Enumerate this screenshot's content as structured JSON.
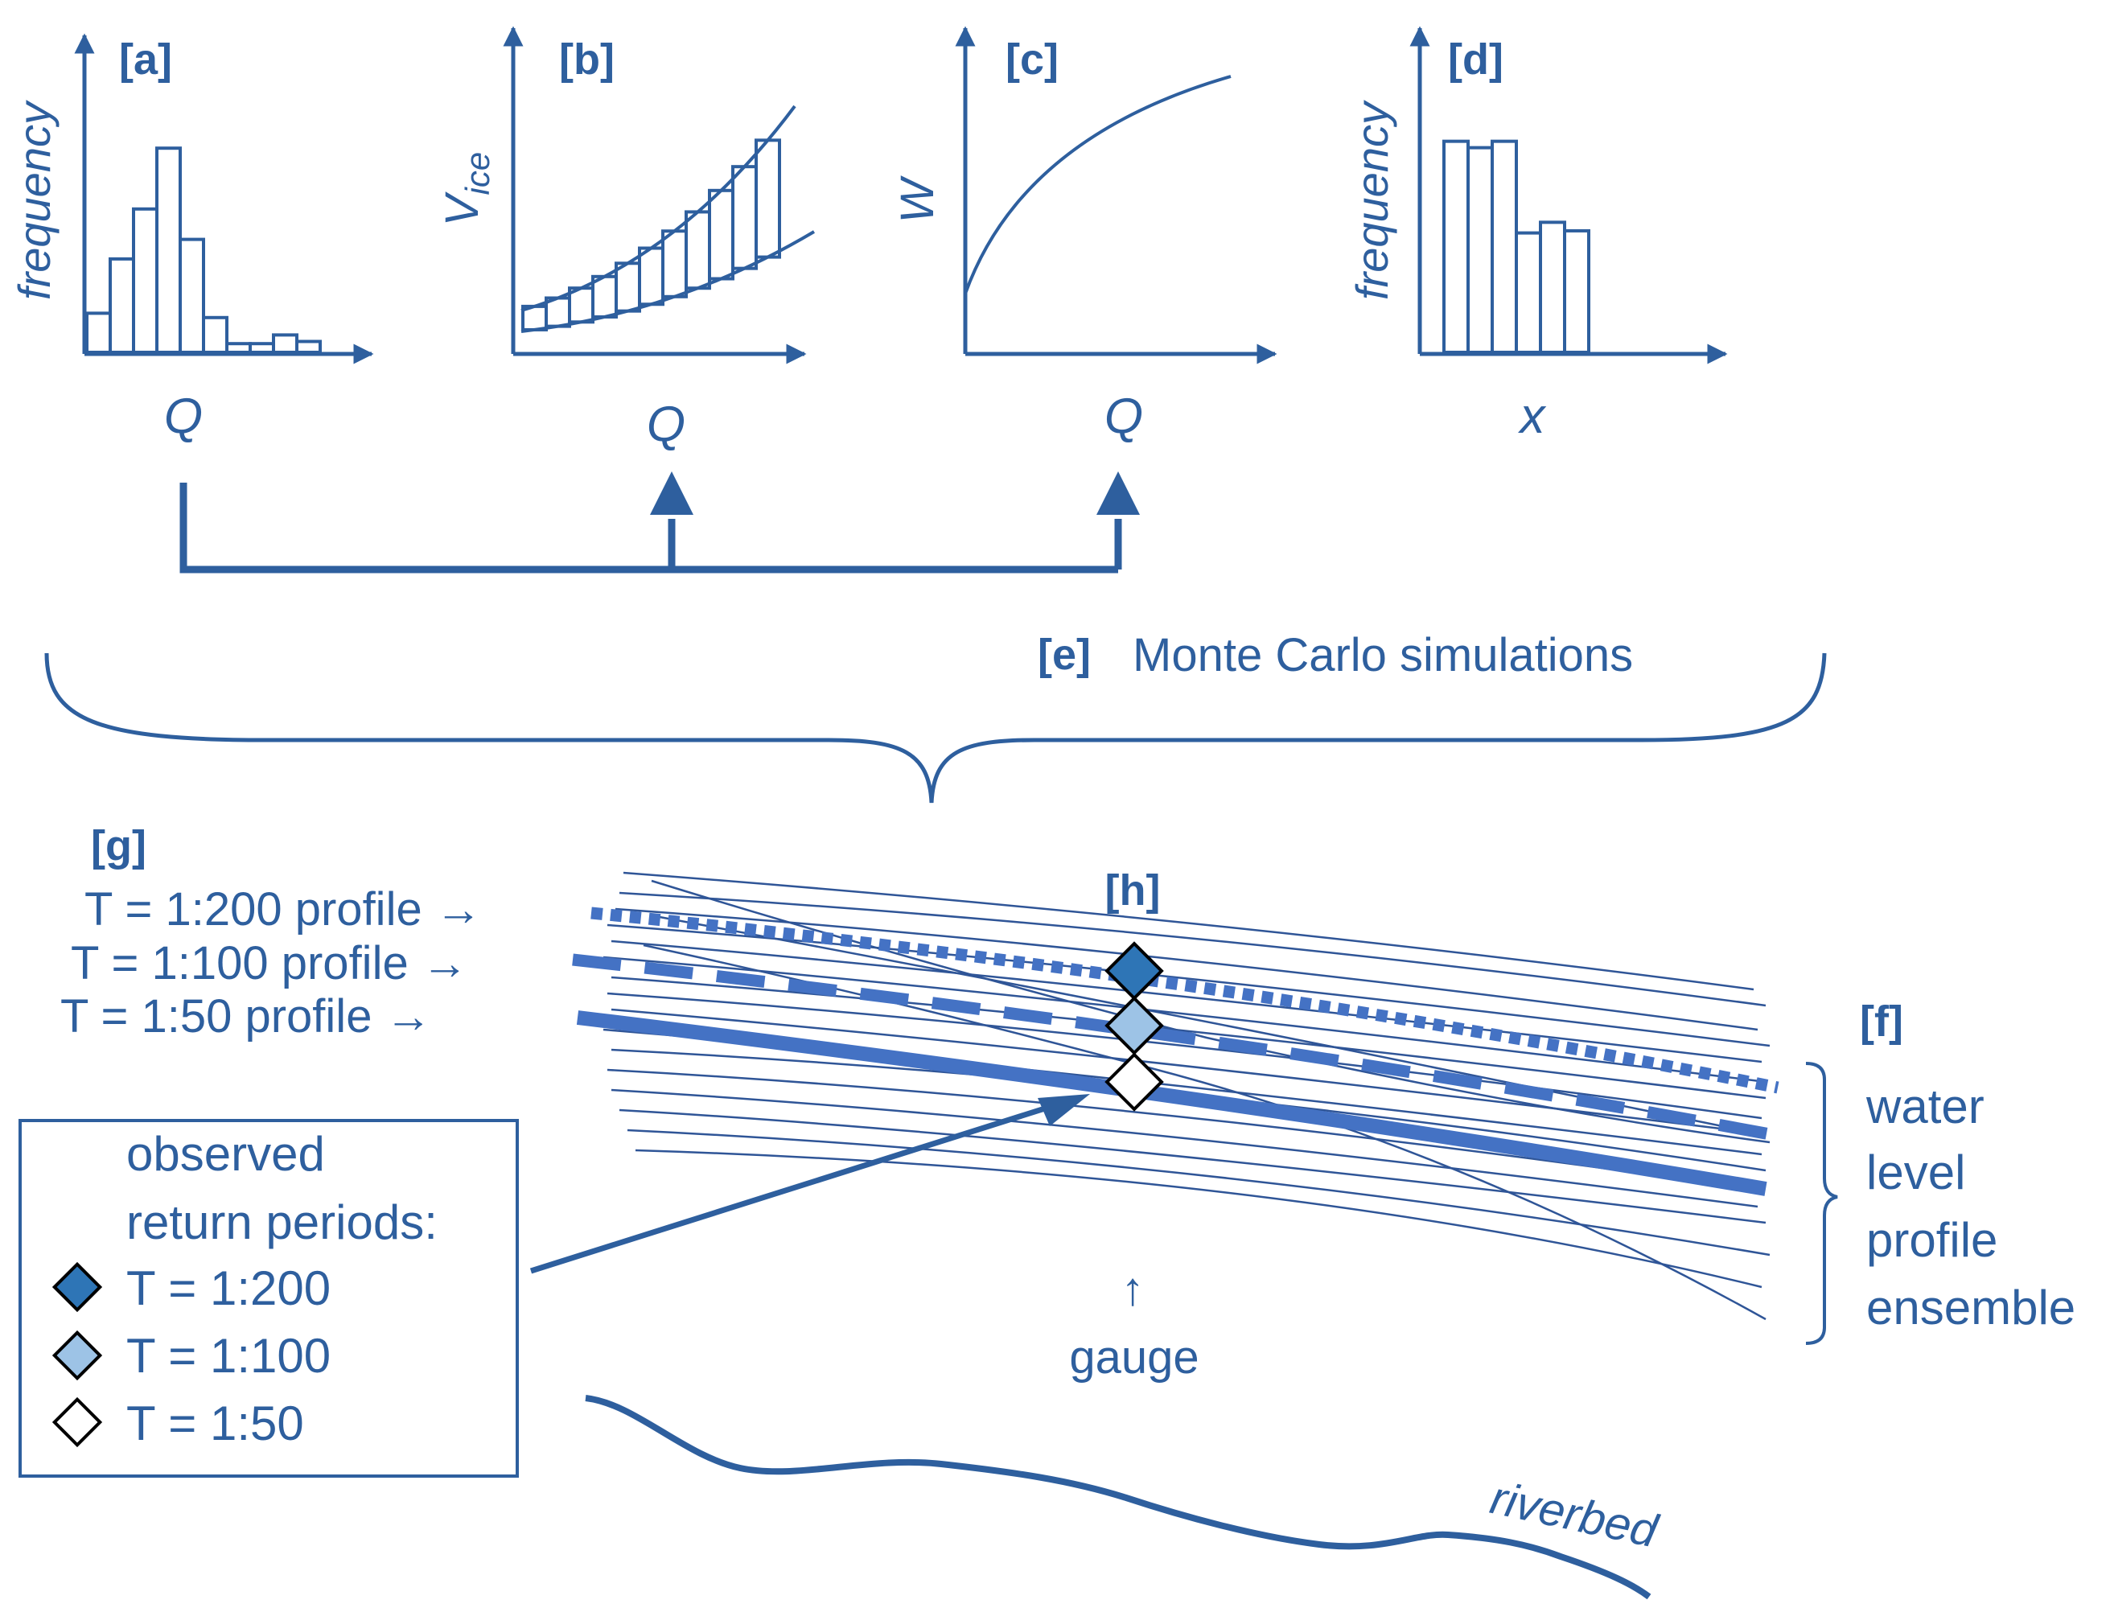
{
  "colors": {
    "primary": "#2E5F9E",
    "profile": "#4472C4",
    "thin_line": "#2F5597",
    "diamond_T200": "#2E75B6",
    "diamond_T100": "#9DC3E6",
    "diamond_T50": "#FFFFFF"
  },
  "panels": {
    "a": {
      "tag": "[a]",
      "ylabel": "frequency",
      "xlabel": "Q",
      "bars": [
        0.18,
        0.43,
        0.66,
        0.94,
        0.52,
        0.16,
        0.04,
        0.04,
        0.08,
        0.05
      ]
    },
    "b": {
      "tag": "[b]",
      "ylabel_main": "V",
      "ylabel_sub": "ice",
      "xlabel": "Q"
    },
    "c": {
      "tag": "[c]",
      "ylabel": "W",
      "xlabel": "Q"
    },
    "d": {
      "tag": "[d]",
      "ylabel": "frequency",
      "xlabel": "x",
      "bars": [
        0.99,
        0.96,
        0.99,
        0.56,
        0.61,
        0.57
      ]
    }
  },
  "monte_carlo": {
    "tag": "[e]",
    "label": "Monte Carlo simulations"
  },
  "ensemble": {
    "tag": "[f]",
    "lines": [
      "water",
      "level",
      "profile",
      "ensemble"
    ]
  },
  "profiles": {
    "tag": "[g]",
    "t200": "T = 1:200 profile →",
    "t100": "T = 1:100 profile →",
    "t50": "T = 1:50 profile →"
  },
  "gauge": {
    "tag": "[h]",
    "arrow": "↑",
    "label": "gauge"
  },
  "legend": {
    "title_lines": [
      "observed",
      "return periods:"
    ],
    "items": [
      "T = 1:200",
      "T = 1:100",
      "T = 1:50"
    ]
  },
  "riverbed": {
    "label": "riverbed"
  }
}
